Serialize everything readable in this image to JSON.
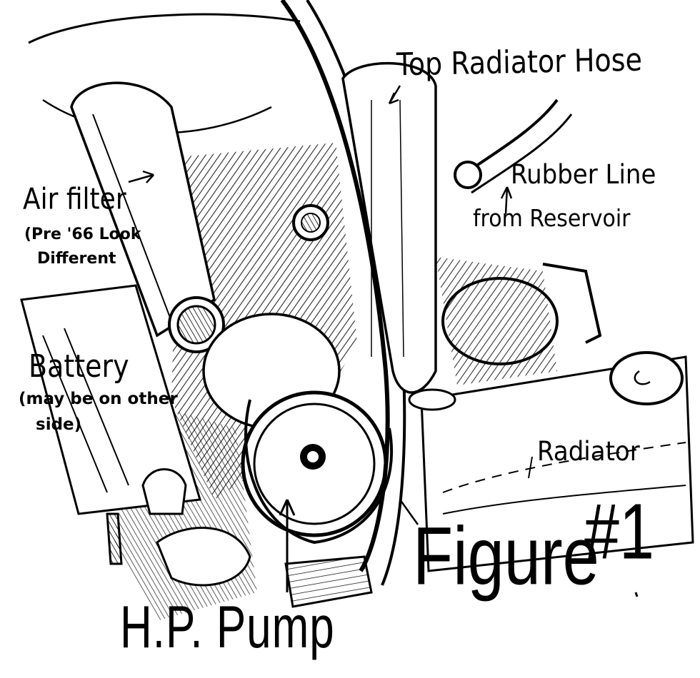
{
  "figure": {
    "title": "Figure",
    "number": "#1"
  },
  "labels": {
    "top_radiator_hose": "Top Radiator Hose",
    "rubber_line": "Rubber Line",
    "from_reservoir": "from Reservoir",
    "air_filter": "Air filter",
    "air_filter_note_1": "(Pre '66 Look",
    "air_filter_note_2": "Different",
    "battery": "Battery",
    "battery_note_1": "(may be on other",
    "battery_note_2": "side)",
    "radiator": "Radiator",
    "hp_pump": "H.P. Pump"
  },
  "colors": {
    "ink": "#000000",
    "paper": "#ffffff"
  }
}
